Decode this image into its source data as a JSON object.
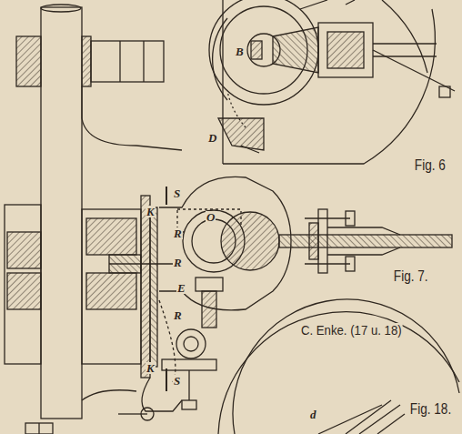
{
  "diagram": {
    "labels": [
      "B",
      "D",
      "Fig. 6",
      "S",
      "K",
      "R",
      "O",
      "R",
      "E",
      "R",
      "K",
      "S",
      "Fig. 7.",
      "C. Enke. (17 u. 18)",
      "d",
      "Fig. 18."
    ]
  }
}
